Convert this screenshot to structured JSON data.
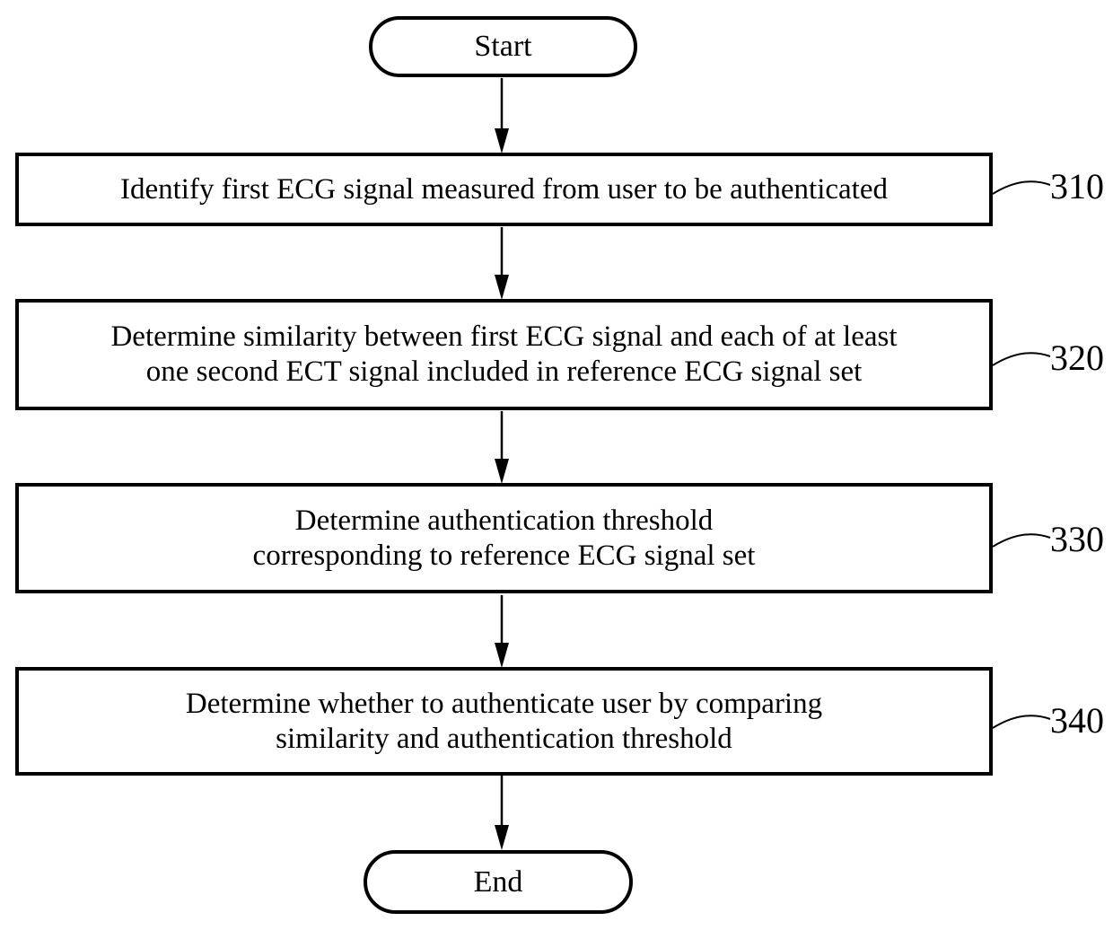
{
  "figure": {
    "background_color": "#ffffff",
    "stroke_color": "#000000",
    "text_color": "#000000"
  },
  "flowchart": {
    "start": {
      "label": "Start"
    },
    "end": {
      "label": "End"
    },
    "steps": [
      {
        "ref": "310",
        "lines": [
          "Identify first ECG signal measured from user to be authenticated"
        ]
      },
      {
        "ref": "320",
        "lines": [
          "Determine similarity between first ECG signal and each of at least",
          "one second ECT signal included in reference ECG signal set"
        ]
      },
      {
        "ref": "330",
        "lines": [
          "Determine authentication threshold",
          "corresponding to reference ECG signal set"
        ]
      },
      {
        "ref": "340",
        "lines": [
          "Determine whether to authenticate user by comparing",
          "similarity and authentication threshold"
        ]
      }
    ]
  }
}
